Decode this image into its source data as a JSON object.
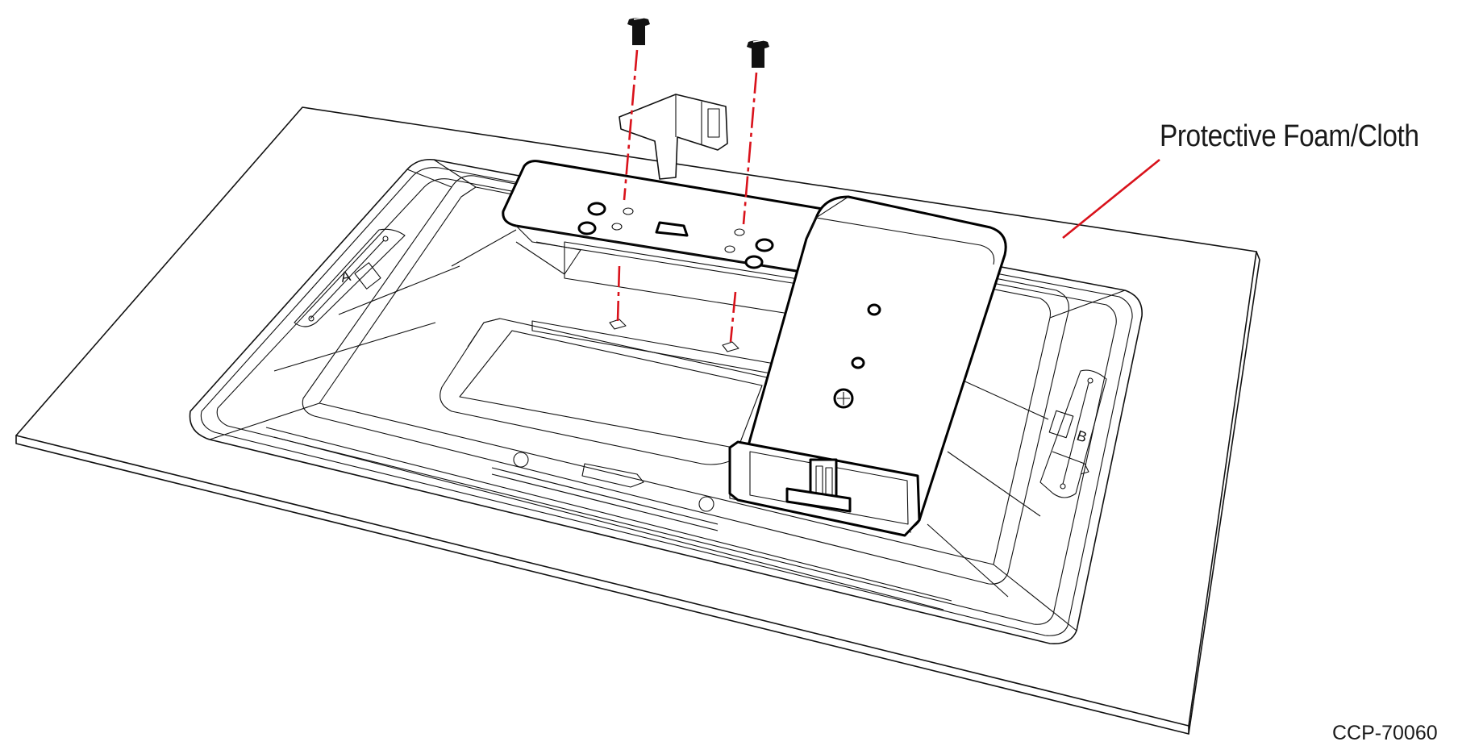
{
  "diagram": {
    "callout_label": "Protective Foam/Cloth",
    "drawing_id": "CCP-70060",
    "bracket_letter_left": "A",
    "bracket_letter_right": "B",
    "colors": {
      "line": "#111111",
      "callout": "#d9121b",
      "background": "#ffffff"
    },
    "parts": [
      "screw-left",
      "screw-right",
      "mounting-bracket",
      "stand-plate",
      "display-back",
      "protective-foam-cloth"
    ]
  }
}
